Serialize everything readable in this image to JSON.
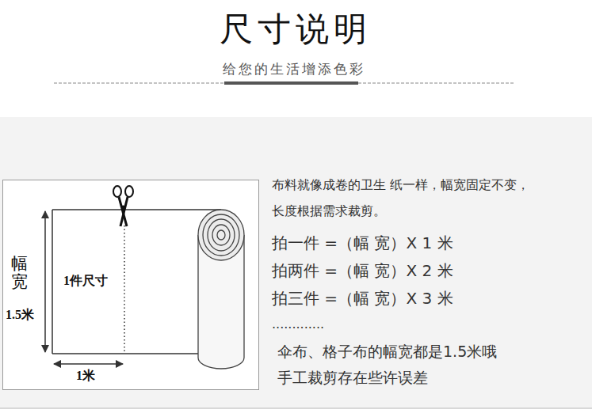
{
  "diagram": {
    "title": "尺寸说明",
    "labels": [
      "给您的生活增添色彩",
      "幅宽",
      "1.5米",
      "1件尺寸",
      "1米",
      "布料就像成卷的卫生 纸一样，幅宽固定不变，",
      "长度根据需求裁剪。",
      "拍一件 =（幅 宽）X 1 米",
      "拍两件 =（幅 宽）X 2 米",
      "拍三件 =（幅 宽）X 3 米",
      ".............",
      "伞布、格子布的幅宽都是1.5米哦",
      "手工裁剪存在些许误差"
    ]
  }
}
